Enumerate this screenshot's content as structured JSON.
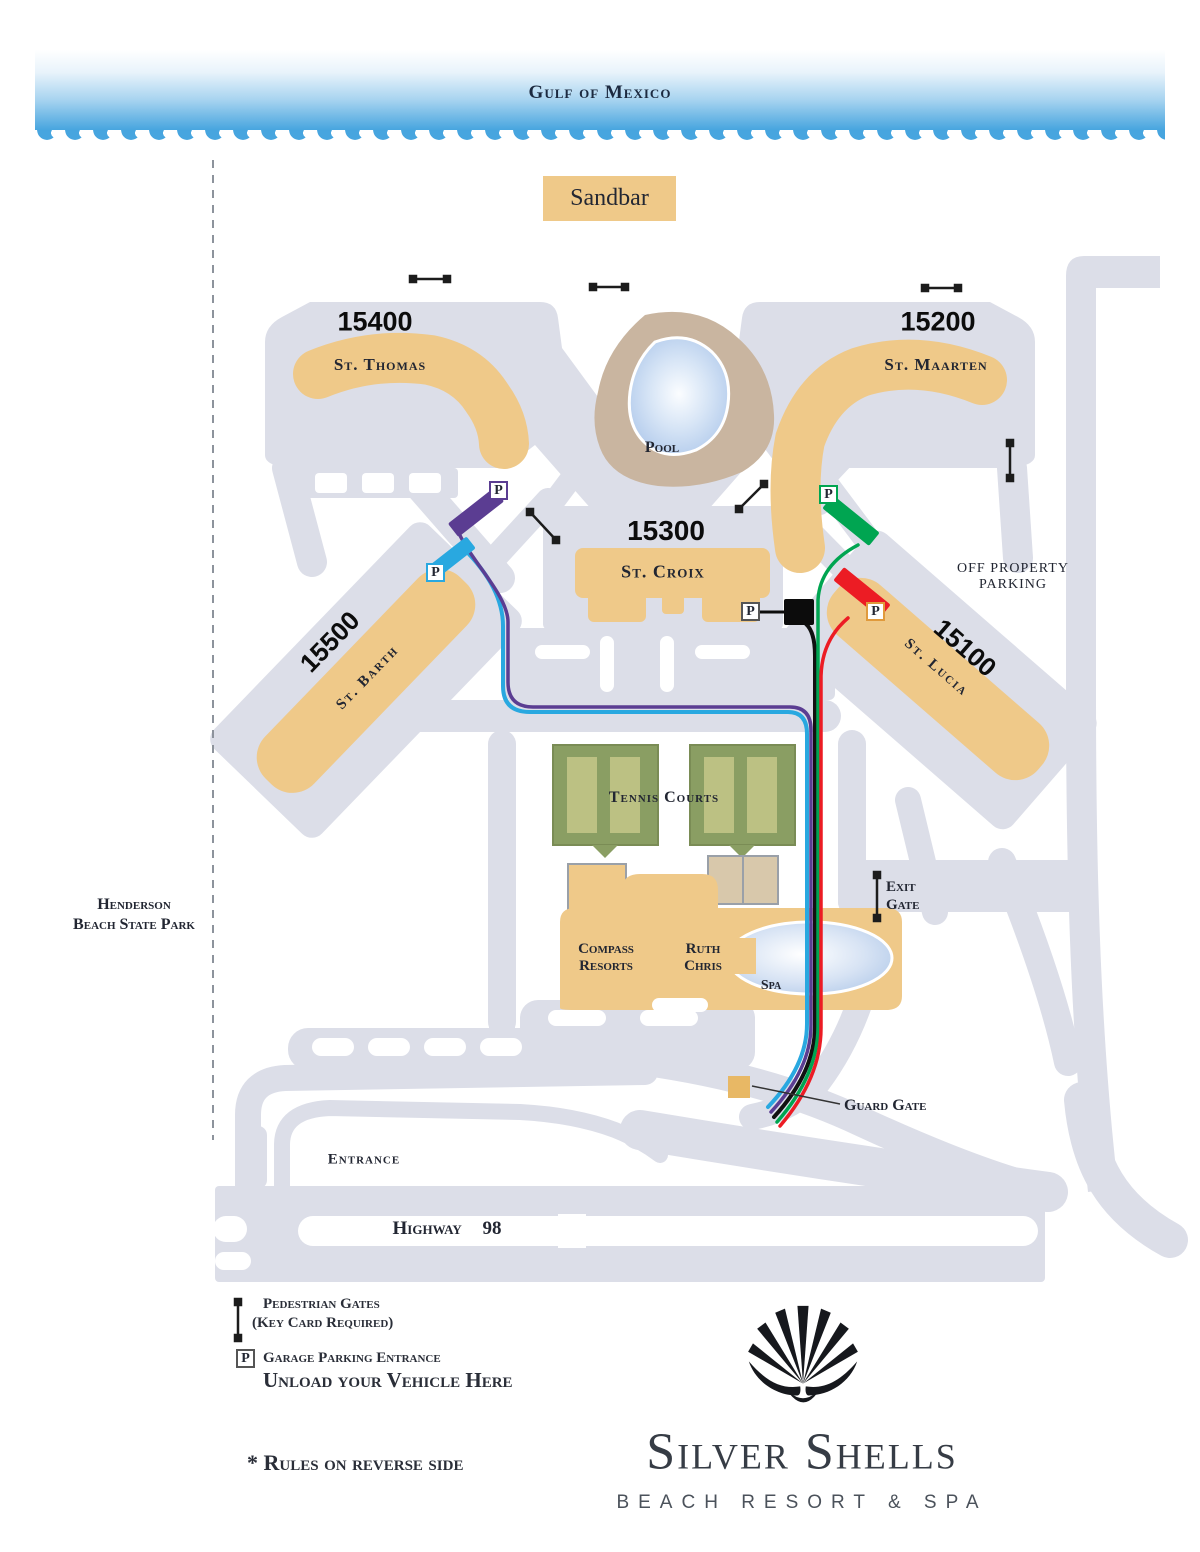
{
  "title_band": {
    "label": "Gulf of Mexico"
  },
  "sandbar": {
    "label": "Sandbar"
  },
  "park": {
    "line1": "Henderson",
    "line2": "Beach State Park"
  },
  "buildings": [
    {
      "number": "15400",
      "name": "St. Thomas"
    },
    {
      "number": "15200",
      "name": "St. Maarten"
    },
    {
      "number": "15300",
      "name": "St. Croix"
    },
    {
      "number": "15500",
      "name": "St. Barth"
    },
    {
      "number": "15100",
      "name": "St. Lucia"
    }
  ],
  "amenities": {
    "pool": "Pool",
    "tennis": "Tennis Courts",
    "compass_line1": "Compass",
    "compass_line2": "Resorts",
    "ruth_line1": "Ruth",
    "ruth_line2": "Chris",
    "spa": "Spa"
  },
  "labels": {
    "off_parking_line1": "Off Property",
    "off_parking_line2": "Parking",
    "exit_line1": "Exit",
    "exit_line2": "Gate",
    "guard_gate": "Guard Gate",
    "entrance": "Entrance",
    "highway": "Highway",
    "highway_number": "98"
  },
  "markers": {
    "p": "P"
  },
  "legend": {
    "pedestrian_line1": "Pedestrian Gates",
    "pedestrian_line2": "(Key Card Required)",
    "garage_title": "Garage Parking Entrance",
    "garage_subtitle": "Unload your Vehicle Here",
    "rules": "* Rules on reverse side"
  },
  "logo": {
    "name": "Silver Shells",
    "tagline": "Beach Resort & Spa"
  },
  "colors": {
    "road_gray": "#dcdee8",
    "building_tan": "#efc989",
    "pool_deck": "#c9b5a0",
    "tennis_green": "#8a9e63",
    "tennis_inner": "#bcc183",
    "route_purple": "#5b3d92",
    "route_cyan": "#29a8e0",
    "route_green": "#00a551",
    "route_red": "#ec1c24",
    "route_black": "#111111",
    "sea_blue": "#47a5df"
  }
}
